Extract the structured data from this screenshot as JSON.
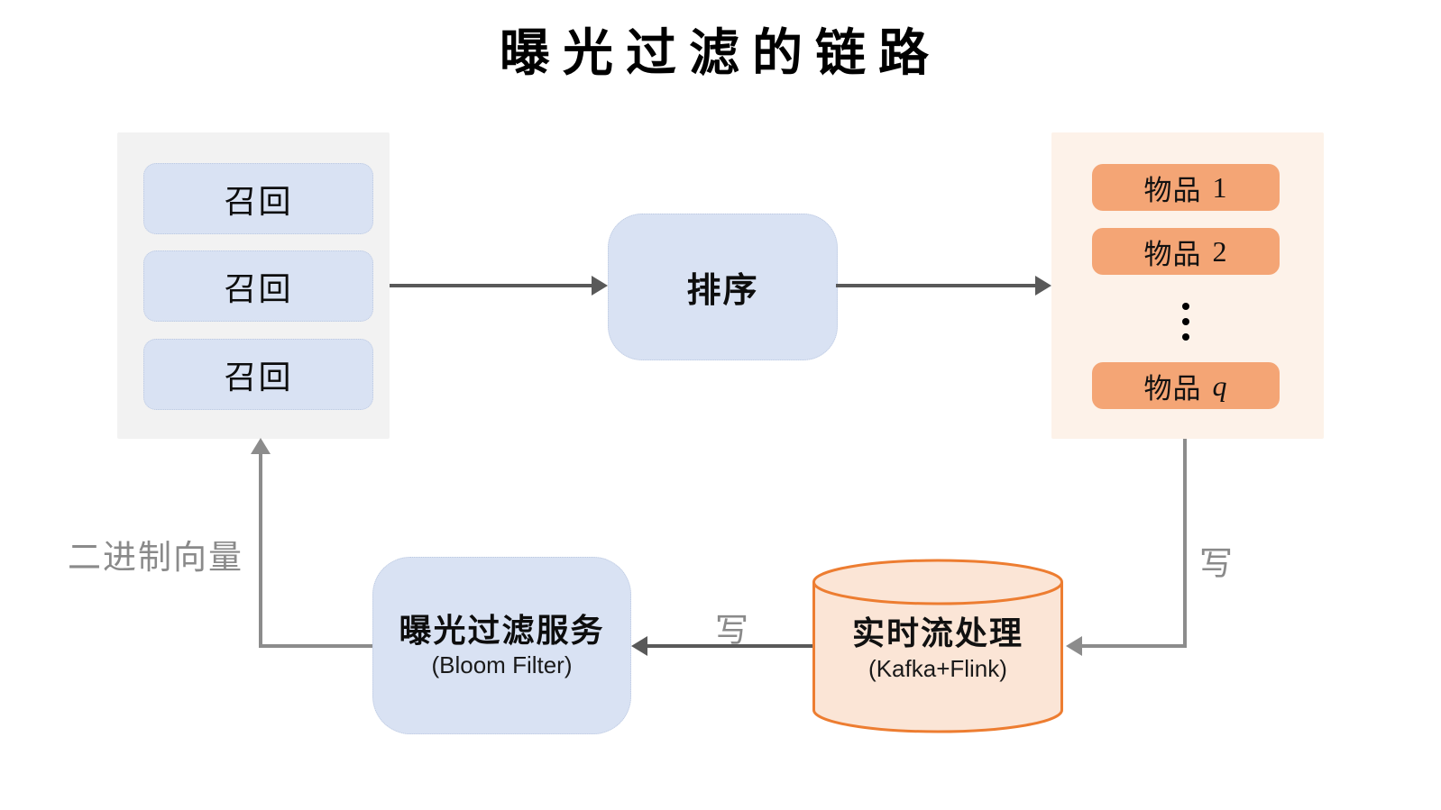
{
  "title": "曝光过滤的链路",
  "colors": {
    "blue_box": "#d9e2f3",
    "gray_panel": "#f2f2f2",
    "orange_panel": "#fdf2e9",
    "orange_box": "#f4a575",
    "cylinder_fill": "#fbe5d6",
    "cylinder_stroke": "#ed7d31",
    "arrow_dark": "#595959",
    "arrow_gray": "#8c8c8c",
    "label_gray": "#8a8a8a"
  },
  "recall_panel": {
    "items": [
      "召回",
      "召回",
      "召回"
    ]
  },
  "rank": {
    "label": "排序"
  },
  "items_panel": {
    "items": [
      {
        "name": "物品",
        "num": "1"
      },
      {
        "name": "物品",
        "num": "2"
      },
      {
        "name": "物品",
        "num": "q"
      }
    ],
    "ellipsis": "⋮"
  },
  "stream_db": {
    "label": "实时流处理",
    "sublabel": "(Kafka+Flink)"
  },
  "filter_service": {
    "label": "曝光过滤服务",
    "sublabel": "(Bloom Filter)"
  },
  "edge_labels": {
    "binary_vector": "二进制向量",
    "write_right": "写",
    "write_middle": "写"
  }
}
